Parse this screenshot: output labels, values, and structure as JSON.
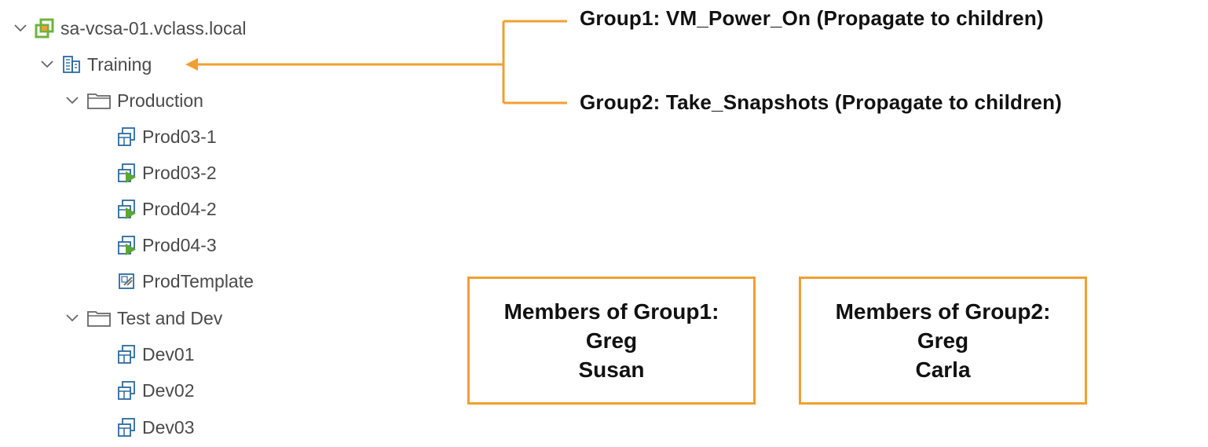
{
  "tree": {
    "root": {
      "label": "sa-vcsa-01.vclass.local",
      "icon": "vcenter-icon",
      "expanded": true
    },
    "datacenter": {
      "label": "Training",
      "icon": "datacenter-icon",
      "expanded": true
    },
    "folders": [
      {
        "label": "Production",
        "icon": "folder-icon",
        "expanded": true,
        "items": [
          {
            "label": "Prod03-1",
            "icon": "vm-icon"
          },
          {
            "label": "Prod03-2",
            "icon": "vm-powered-on-icon"
          },
          {
            "label": "Prod04-2",
            "icon": "vm-powered-on-icon"
          },
          {
            "label": "Prod04-3",
            "icon": "vm-powered-on-icon"
          },
          {
            "label": "ProdTemplate",
            "icon": "template-icon"
          }
        ]
      },
      {
        "label": "Test and Dev",
        "icon": "folder-icon",
        "expanded": true,
        "items": [
          {
            "label": "Dev01",
            "icon": "vm-icon"
          },
          {
            "label": "Dev02",
            "icon": "vm-icon"
          },
          {
            "label": "Dev03",
            "icon": "vm-icon"
          }
        ]
      }
    ]
  },
  "annotations": {
    "group1": "Group1: VM_Power_On (Propagate to children)",
    "group2": "Group2: Take_Snapshots (Propagate to children)"
  },
  "members": {
    "group1": {
      "title": "Members of Group1:",
      "names": [
        "Greg",
        "Susan"
      ]
    },
    "group2": {
      "title": "Members of Group2:",
      "names": [
        "Greg",
        "Carla"
      ]
    }
  },
  "colors": {
    "accent": "#f0a030",
    "vm_power_green": "#5aa832",
    "vcenter_green": "#6db33f",
    "icon_blue": "#2b6aa0"
  }
}
